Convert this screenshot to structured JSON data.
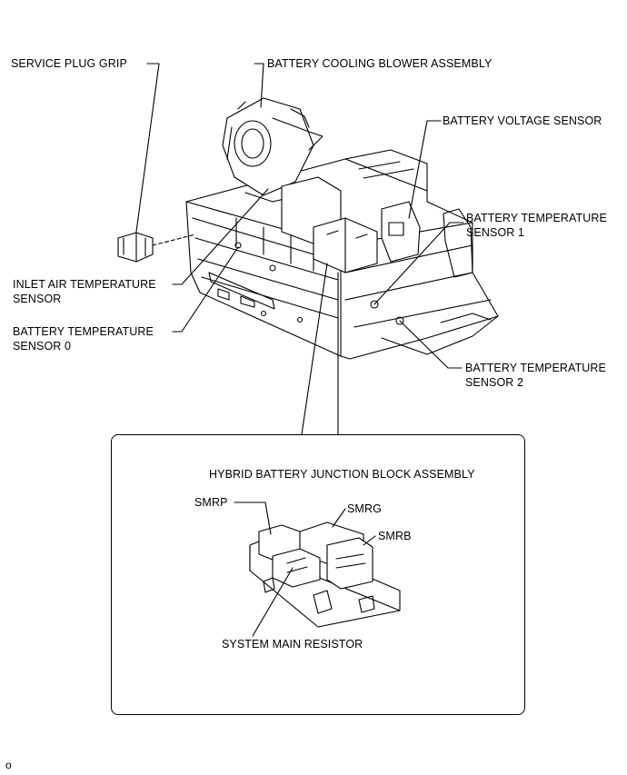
{
  "labels": {
    "service_plug_grip": "SERVICE PLUG GRIP",
    "blower": "BATTERY COOLING BLOWER ASSEMBLY",
    "voltage_sensor": "BATTERY VOLTAGE SENSOR",
    "temp_sensor_1": [
      "BATTERY TEMPERATURE",
      "SENSOR 1"
    ],
    "inlet_air": [
      "INLET AIR TEMPERATURE",
      "SENSOR"
    ],
    "temp_sensor_0": [
      "BATTERY TEMPERATURE",
      "SENSOR 0"
    ],
    "temp_sensor_2": [
      "BATTERY TEMPERATURE",
      "SENSOR 2"
    ]
  },
  "inset": {
    "title": "HYBRID BATTERY JUNCTION BLOCK ASSEMBLY",
    "smrp": "SMRP",
    "smrg": "SMRG",
    "smrb": "SMRB",
    "resistor": "SYSTEM MAIN RESISTOR"
  },
  "figure_code": "o"
}
